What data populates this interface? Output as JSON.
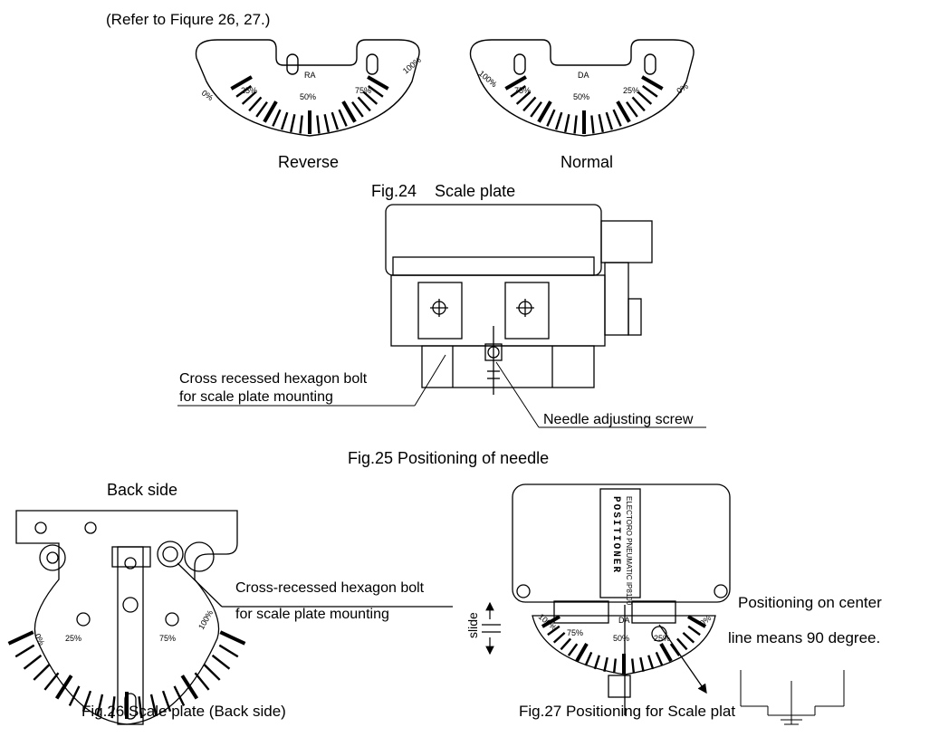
{
  "header": {
    "reference": "(Refer to Fiqure 26, 27.)"
  },
  "fig24": {
    "reverse_plate": {
      "mode": "RA",
      "ticks": [
        "0%",
        "25%",
        "50%",
        "75%",
        "100%"
      ],
      "caption": "Reverse"
    },
    "normal_plate": {
      "mode": "DA",
      "ticks": [
        "100%",
        "75%",
        "50%",
        "25%",
        "0%"
      ],
      "caption": "Normal"
    },
    "title": "Fig.24    Scale plate"
  },
  "fig25": {
    "callout_bolt_line1": "Cross recessed hexagon bolt",
    "callout_bolt_line2": "for scale plate mounting",
    "callout_needle": "Needle adjusting screw",
    "title": "Fig.25 Positioning of needle"
  },
  "fig26": {
    "label_back": "Back side",
    "callout_line1": "Cross-recessed hexagon bolt",
    "callout_line2": "for scale plate mounting",
    "ticks": [
      "0%",
      "25%",
      "75%",
      "100%"
    ],
    "title": "Fig.26 Scale plate (Back side)"
  },
  "fig27": {
    "nameplate_title": "POSITIONER",
    "nameplate_sub": "ELECTORO PNEUMATIC IP8100",
    "slide_label": "slide",
    "mode": "DA",
    "ticks": [
      "100%",
      "75%",
      "50%",
      "25%",
      "0%"
    ],
    "note_line1": "Positioning on center",
    "note_line2": "line means 90 degree.",
    "title": "Fig.27 Positioning for Scale plat"
  }
}
